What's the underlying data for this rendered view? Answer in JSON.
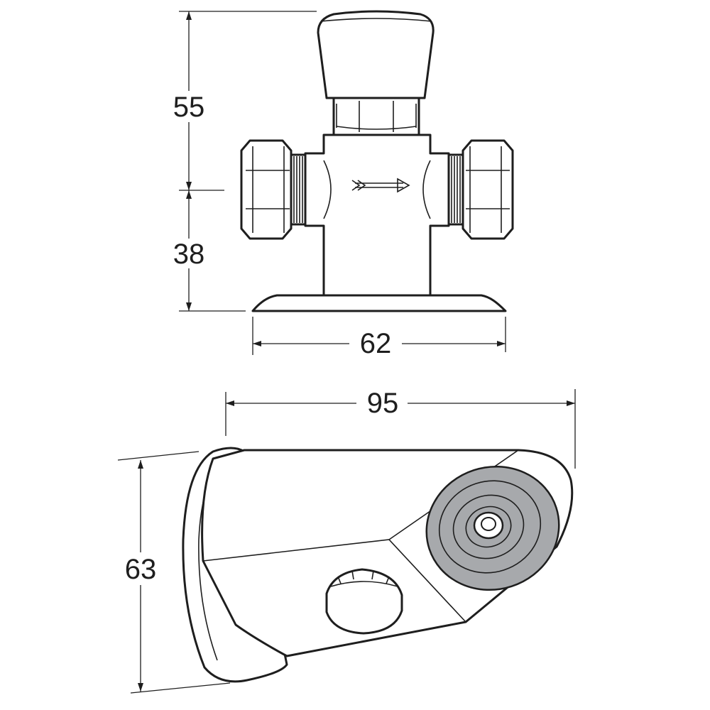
{
  "dimensions": {
    "upper_height": "55",
    "lower_height": "38",
    "base_width": "62",
    "spout_length": "95",
    "spout_height": "63"
  },
  "colors": {
    "line": "#1e1e1e",
    "face": "#a7a9ac",
    "background": "#ffffff"
  }
}
